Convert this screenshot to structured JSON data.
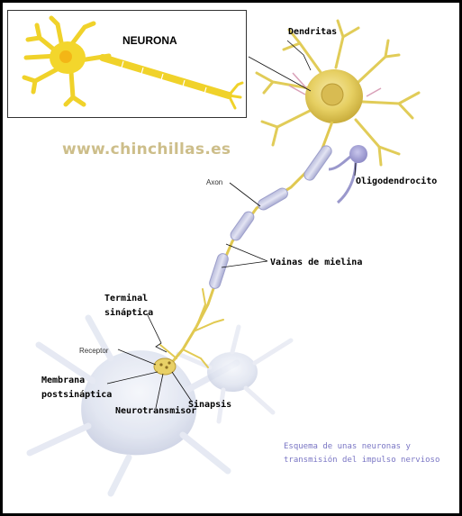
{
  "inset": {
    "title": "NEURONA"
  },
  "watermark": "www.chinchillas.es",
  "labels": {
    "dendritas": "Dendritas",
    "oligodendrocito": "Oligodendrocito",
    "axon": "Axon",
    "vainas_mielina": "Vainas de mielina",
    "terminal_line1": "Terminal",
    "terminal_line2": "sináptica",
    "receptor": "Receptor",
    "membrana_line1": "Membrana",
    "membrana_line2": "postsináptica",
    "sinapsis": "Sinapsis",
    "neurotransmisor": "Neurotransmisor"
  },
  "caption": {
    "line1": "Esquema de unas neuronas y",
    "line2": "transmisión del impulso nervioso"
  },
  "colors": {
    "neuron_yellow": "#e6cf62",
    "inset_neuron_yellow": "#f3d62c",
    "myelin": "#c9cbe6",
    "oligodendrocyte": "#9a98cc",
    "watermark": "#cdbe8a",
    "caption": "#7a76c4",
    "frame": "#000000"
  }
}
